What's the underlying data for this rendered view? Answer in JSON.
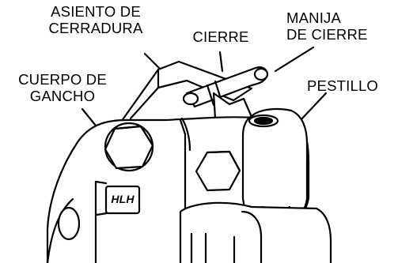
{
  "diagram": {
    "labels": {
      "lock_seat": [
        "ASIENTO DE",
        "CERRADURA"
      ],
      "closure": [
        "CIERRE"
      ],
      "closure_handle": [
        "MANIJA",
        "DE CIERRE"
      ],
      "hook_body": [
        "CUERPO DE",
        "GANCHO"
      ],
      "latch": [
        "PESTILLO"
      ],
      "stamp_text": "HLH"
    },
    "colors": {
      "ink": "#000000",
      "paper": "#ffffff"
    }
  }
}
